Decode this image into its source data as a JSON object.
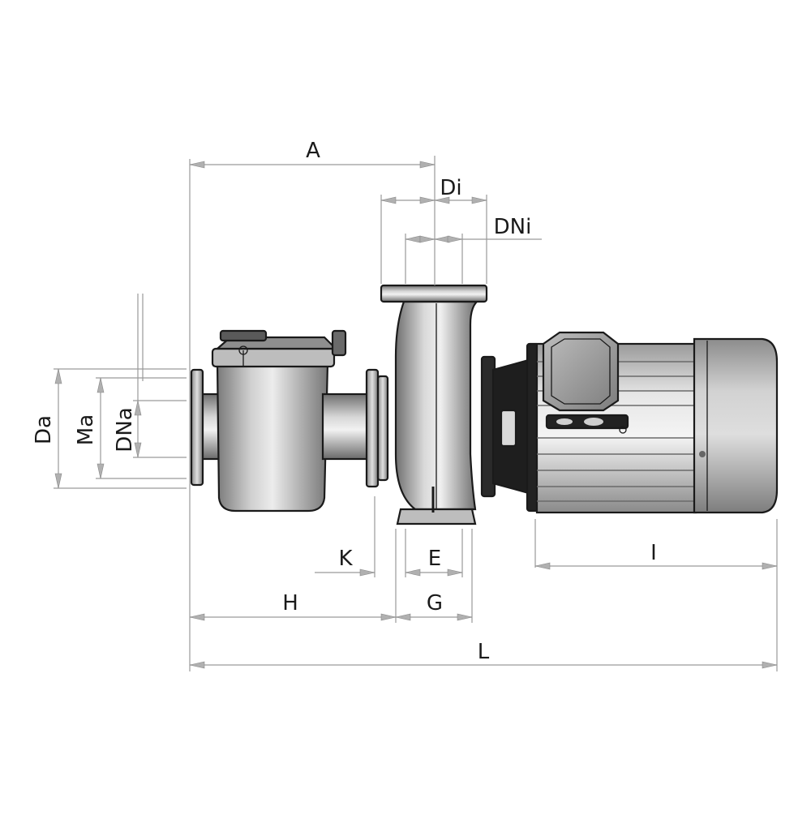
{
  "dimensions": {
    "A": "A",
    "Di": "Di",
    "DNi": "DNi",
    "Da": "Da",
    "Ma": "Ma",
    "DNa": "DNa",
    "K": "K",
    "E": "E",
    "G": "G",
    "H": "H",
    "I": "I",
    "L": "L"
  }
}
